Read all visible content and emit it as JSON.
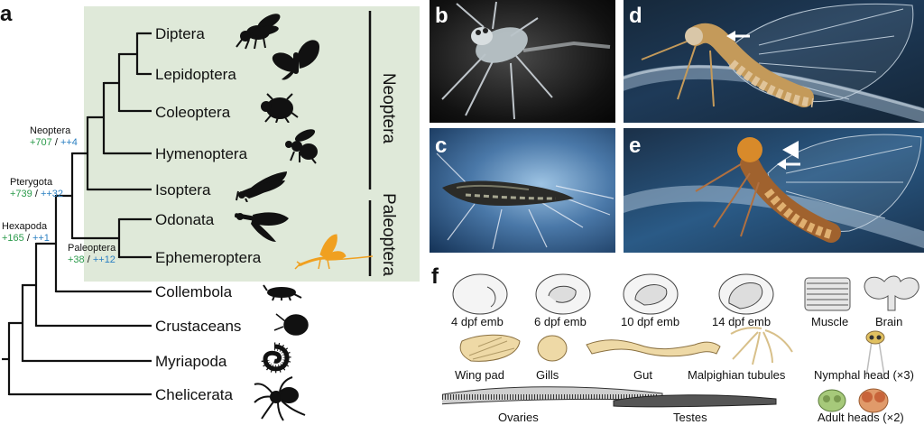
{
  "panels": {
    "a": "a",
    "b": "b",
    "c": "c",
    "d": "d",
    "e": "e",
    "f": "f"
  },
  "tree": {
    "taxa": [
      "Diptera",
      "Lepidoptera",
      "Coleoptera",
      "Hymenoptera",
      "Isoptera",
      "Odonata",
      "Ephemeroptera",
      "Collembola",
      "Crustaceans",
      "Myriapoda",
      "Chelicerata"
    ],
    "clades": {
      "neoptera": "Neoptera",
      "paleoptera": "Paleoptera"
    },
    "nodes": {
      "neoptera": {
        "name": "Neoptera",
        "plus": "+707",
        "sep": " / ",
        "plusplus": "++4"
      },
      "pterygota": {
        "name": "Pterygota",
        "plus": "+739",
        "sep": " / ",
        "plusplus": "++32"
      },
      "hexapoda": {
        "name": "Hexapoda",
        "plus": "+165",
        "sep": " / ",
        "plusplus": "++1"
      },
      "paleoptera": {
        "name": "Paleoptera",
        "plus": "+38",
        "sep": " / ",
        "plusplus": "++12"
      }
    }
  },
  "tissues": {
    "row1": [
      "4 dpf emb",
      "6 dpf emb",
      "10 dpf emb",
      "14 dpf emb",
      "Muscle",
      "Brain"
    ],
    "row2": [
      "Wing pad",
      "Gills",
      "Gut",
      "Malpighian tubules",
      "Nymphal head (×3)"
    ],
    "row3": [
      "Ovaries",
      "Testes",
      "Adult heads (×2)"
    ]
  },
  "colors": {
    "clade_bg": "#dfe9d9",
    "green_count": "#2a9a4a",
    "blue_count": "#2a7fc2",
    "mayfly_highlight": "#f0a020",
    "tissue_fill": "#eed9a6"
  },
  "icons": [
    "fly-icon",
    "butterfly-icon",
    "beetle-icon",
    "wasp-icon",
    "termite-icon",
    "dragonfly-icon",
    "mayfly-icon",
    "springtail-icon",
    "crustacean-icon",
    "millipede-icon",
    "spider-icon",
    "white-arrow-icon",
    "arrowhead-icon"
  ]
}
